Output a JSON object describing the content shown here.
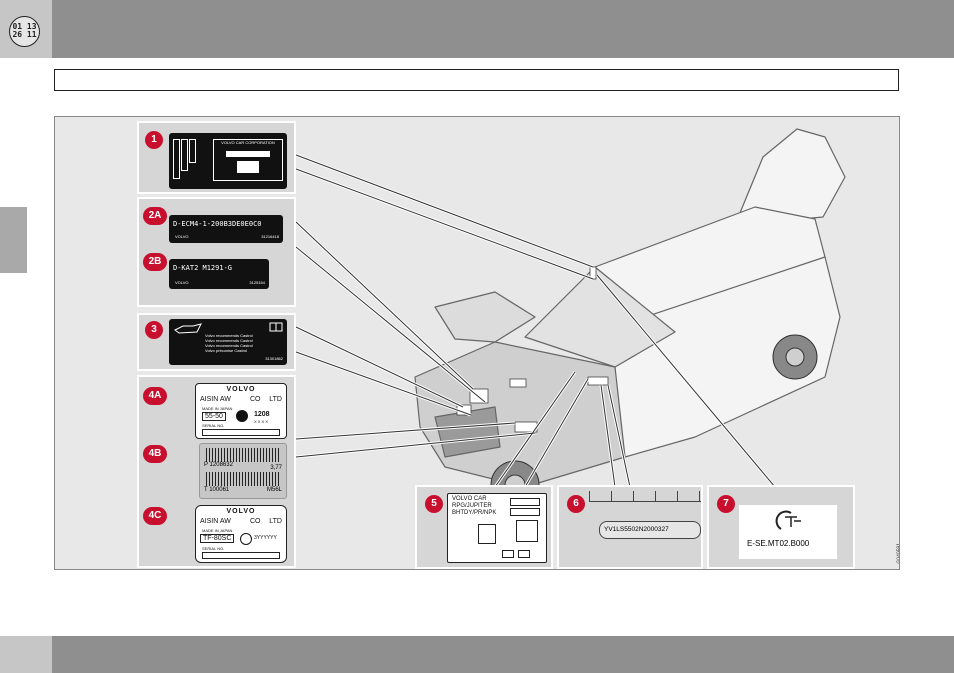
{
  "header": {
    "badge_line1": "01 13",
    "badge_line2": "26 11"
  },
  "figure": {
    "figure_id": "G040591",
    "callouts": {
      "c1": "1",
      "c2a": "2A",
      "c2b": "2B",
      "c3": "3",
      "c4a": "4A",
      "c4b": "4B",
      "c4c": "4C",
      "c5": "5",
      "c6": "6",
      "c7": "7"
    },
    "label1": {
      "title": "VOLVO CAR CORPORATION"
    },
    "label2a": {
      "code": "D-ECM4-1-200B3DE0E0C0",
      "brand": "VOLVO",
      "number": "31216418"
    },
    "label2b": {
      "code": "D-KAT2    M1291-G",
      "brand": "VOLVO",
      "number": "3125154"
    },
    "label3": {
      "lines": [
        "Volvo recommends Castrol",
        "Volvo recommends Castrol",
        "Volvo recommends Castrol",
        "Volvo préconise Castrol"
      ],
      "number": "31301862"
    },
    "label4a": {
      "brand": "VOLVO",
      "maker": "AISIN AW",
      "co": "CO",
      "ltd": "LTD",
      "made_in": "MADE IN JAPAN",
      "model": "55-50",
      "code": "1208",
      "code_sub": "X X X X",
      "serial": "SERIAL NO."
    },
    "label4b": {
      "p_code": "P 1208632",
      "p_value": "3,77",
      "t_code": "T 100061",
      "t_value": "M56L"
    },
    "label4c": {
      "brand": "VOLVO",
      "maker": "AISIN AW",
      "co": "CO",
      "ltd": "LTD",
      "made_in": "MADE IN JAPAN",
      "model": "TF-80SC",
      "code": "3YYYYYY",
      "serial": "SERIAL NO."
    },
    "label5": {
      "lines": [
        "VOLVO CAR",
        "RPG/JUPITER",
        "BHTDY/PR/NPK"
      ]
    },
    "label6": {
      "vin": "YV1LS5502N2000327"
    },
    "label7": {
      "mark": "E-SE.MT02.B000"
    }
  },
  "colors": {
    "callout_red": "#c8102e",
    "header_gray": "#8f8f8f"
  }
}
